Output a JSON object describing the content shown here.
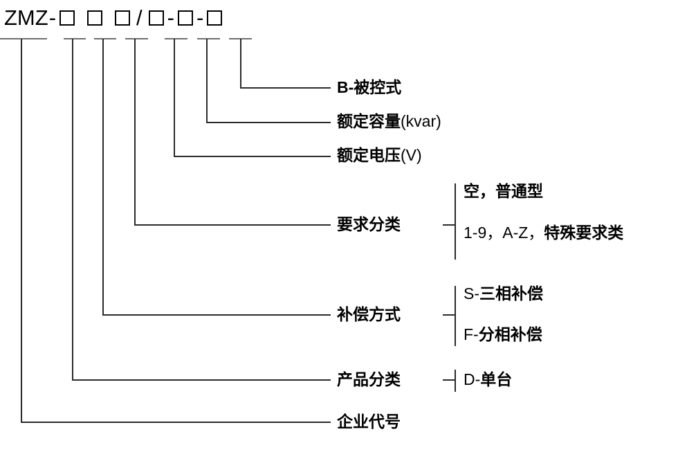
{
  "diagram": {
    "title_code": {
      "prefix": "ZMZ",
      "dash": "-",
      "slash": "/",
      "separator": "-",
      "box_glyph": "□",
      "boxes_before_slash": 3,
      "boxes_after_slash": 3,
      "full_text": "ZMZ -□ □ □ / □-□-□"
    },
    "callouts": [
      {
        "id": "controlled-type",
        "label": "B-被控式"
      },
      {
        "id": "rated-capacity",
        "label": "额定容量",
        "unit": "(kvar)"
      },
      {
        "id": "rated-voltage",
        "label": "额定电压",
        "unit": "(V)"
      },
      {
        "id": "requirement-class",
        "label": "要求分类"
      },
      {
        "id": "compensation-mode",
        "label": "补偿方式"
      },
      {
        "id": "product-class",
        "label": "产品分类"
      },
      {
        "id": "enterprise-code",
        "label": "企业代号"
      }
    ],
    "branches": {
      "requirement_class": [
        {
          "id": "req-normal",
          "text_bold": "空，普通型",
          "text_thin": ""
        },
        {
          "id": "req-special",
          "text_thin": "1-9，A-Z，",
          "text_bold": "特殊要求类"
        }
      ],
      "compensation_mode": [
        {
          "id": "comp-three-phase",
          "text_thin": "S-",
          "text_bold": "三相补偿"
        },
        {
          "id": "comp-split-phase",
          "text_thin": "F-",
          "text_bold": "分相补偿"
        }
      ],
      "product_class": [
        {
          "id": "prod-single-unit",
          "text_thin": "D-",
          "text_bold": "单台"
        }
      ]
    },
    "colors": {
      "line": "#6e6e6e",
      "line_dark": "#2a2a2a",
      "text": "#000000",
      "background": "#ffffff"
    }
  }
}
